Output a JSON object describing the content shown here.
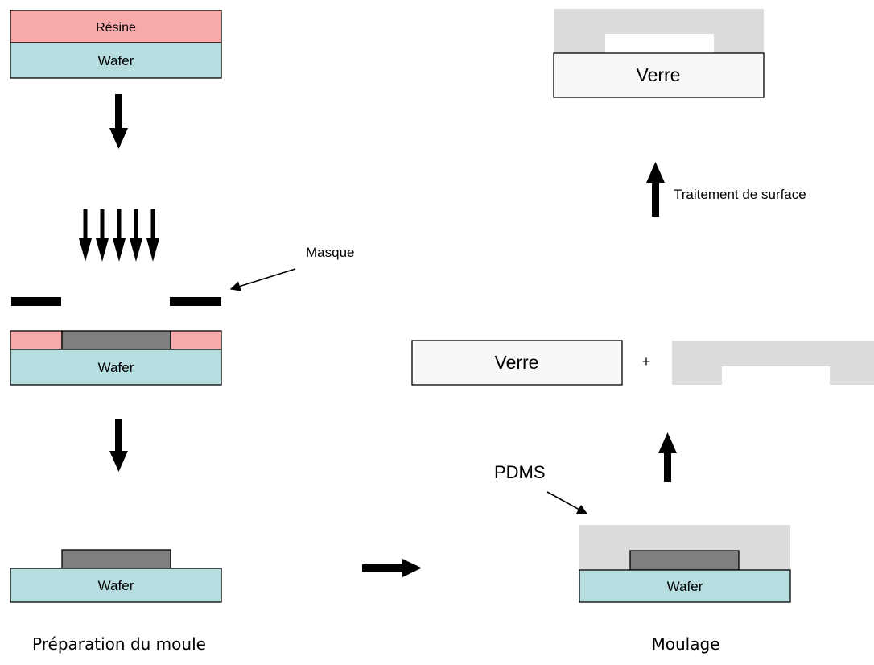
{
  "labels": {
    "resine": "Résine",
    "wafer": "Wafer",
    "masque": "Masque",
    "pdms": "PDMS",
    "verre": "Verre",
    "plus": "+",
    "traitement": "Traitement de surface"
  },
  "captions": {
    "left": "Préparation du moule",
    "right": "Moulage"
  },
  "colors": {
    "resine": "#F8A9A9",
    "wafer": "#B6DDE0",
    "pattern": "#7F7F7F",
    "pdms": "#DCDCDC",
    "verre": "#F8F8F8",
    "stroke": "#000000"
  }
}
